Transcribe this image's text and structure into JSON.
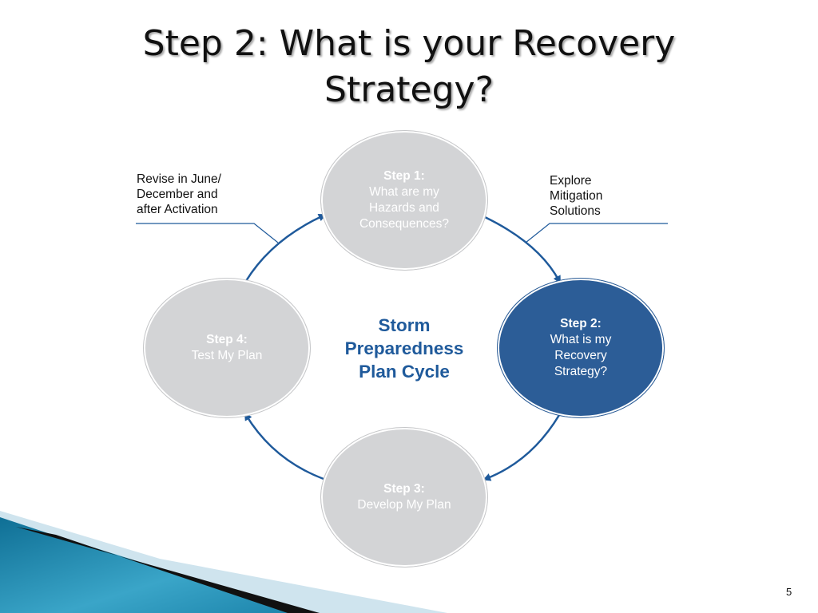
{
  "title": {
    "line1": "Step 2: What is your Recovery",
    "line2": "Strategy?"
  },
  "diagram": {
    "center": {
      "line1": "Storm",
      "line2": "Preparedness",
      "line3": "Plan Cycle"
    },
    "steps": [
      {
        "head": "Step 1:",
        "lines": [
          "What are my",
          "Hazards and",
          "Consequences?"
        ],
        "active": false
      },
      {
        "head": "Step 2:",
        "lines": [
          "What is my",
          "Recovery",
          "Strategy?"
        ],
        "active": true
      },
      {
        "head": "Step 3:",
        "lines": [
          "Develop My Plan"
        ],
        "active": false
      },
      {
        "head": "Step 4:",
        "lines": [
          "Test My Plan"
        ],
        "active": false
      }
    ],
    "callouts": {
      "left": [
        "Revise in June/",
        "December and",
        "after Activation"
      ],
      "right": [
        "Explore",
        "Mitigation",
        "Solutions"
      ]
    }
  },
  "colors": {
    "active_step": "#2c5d97",
    "inactive_step": "#d3d4d6",
    "arrow": "#1f5a9b",
    "center_text": "#1f5a9b",
    "decor_teal": "#2a8fb3",
    "decor_light": "#cfe4ee"
  },
  "page_number": "5"
}
